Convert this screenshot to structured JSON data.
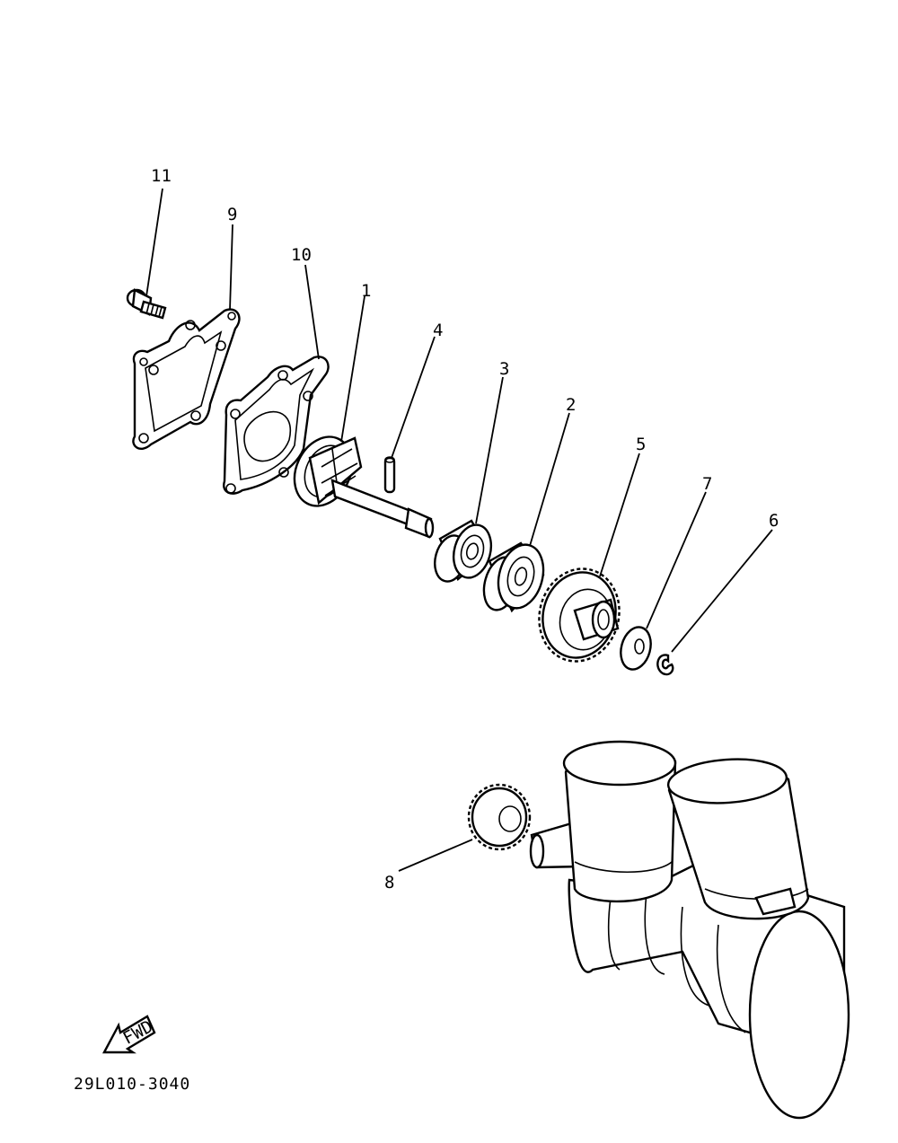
{
  "diagram_code": "29L010-3040",
  "fwd_text": "FWD",
  "parts": [
    {
      "id": "shaft",
      "label": "1"
    },
    {
      "id": "bearing-2",
      "label": "2"
    },
    {
      "id": "bearing-3",
      "label": "3"
    },
    {
      "id": "pin",
      "label": "4"
    },
    {
      "id": "gear-driven",
      "label": "5"
    },
    {
      "id": "circlip",
      "label": "6"
    },
    {
      "id": "washer",
      "label": "7"
    },
    {
      "id": "gear-drive",
      "label": "8"
    },
    {
      "id": "cover",
      "label": "9"
    },
    {
      "id": "gasket",
      "label": "10"
    },
    {
      "id": "bolt",
      "label": "11"
    }
  ]
}
